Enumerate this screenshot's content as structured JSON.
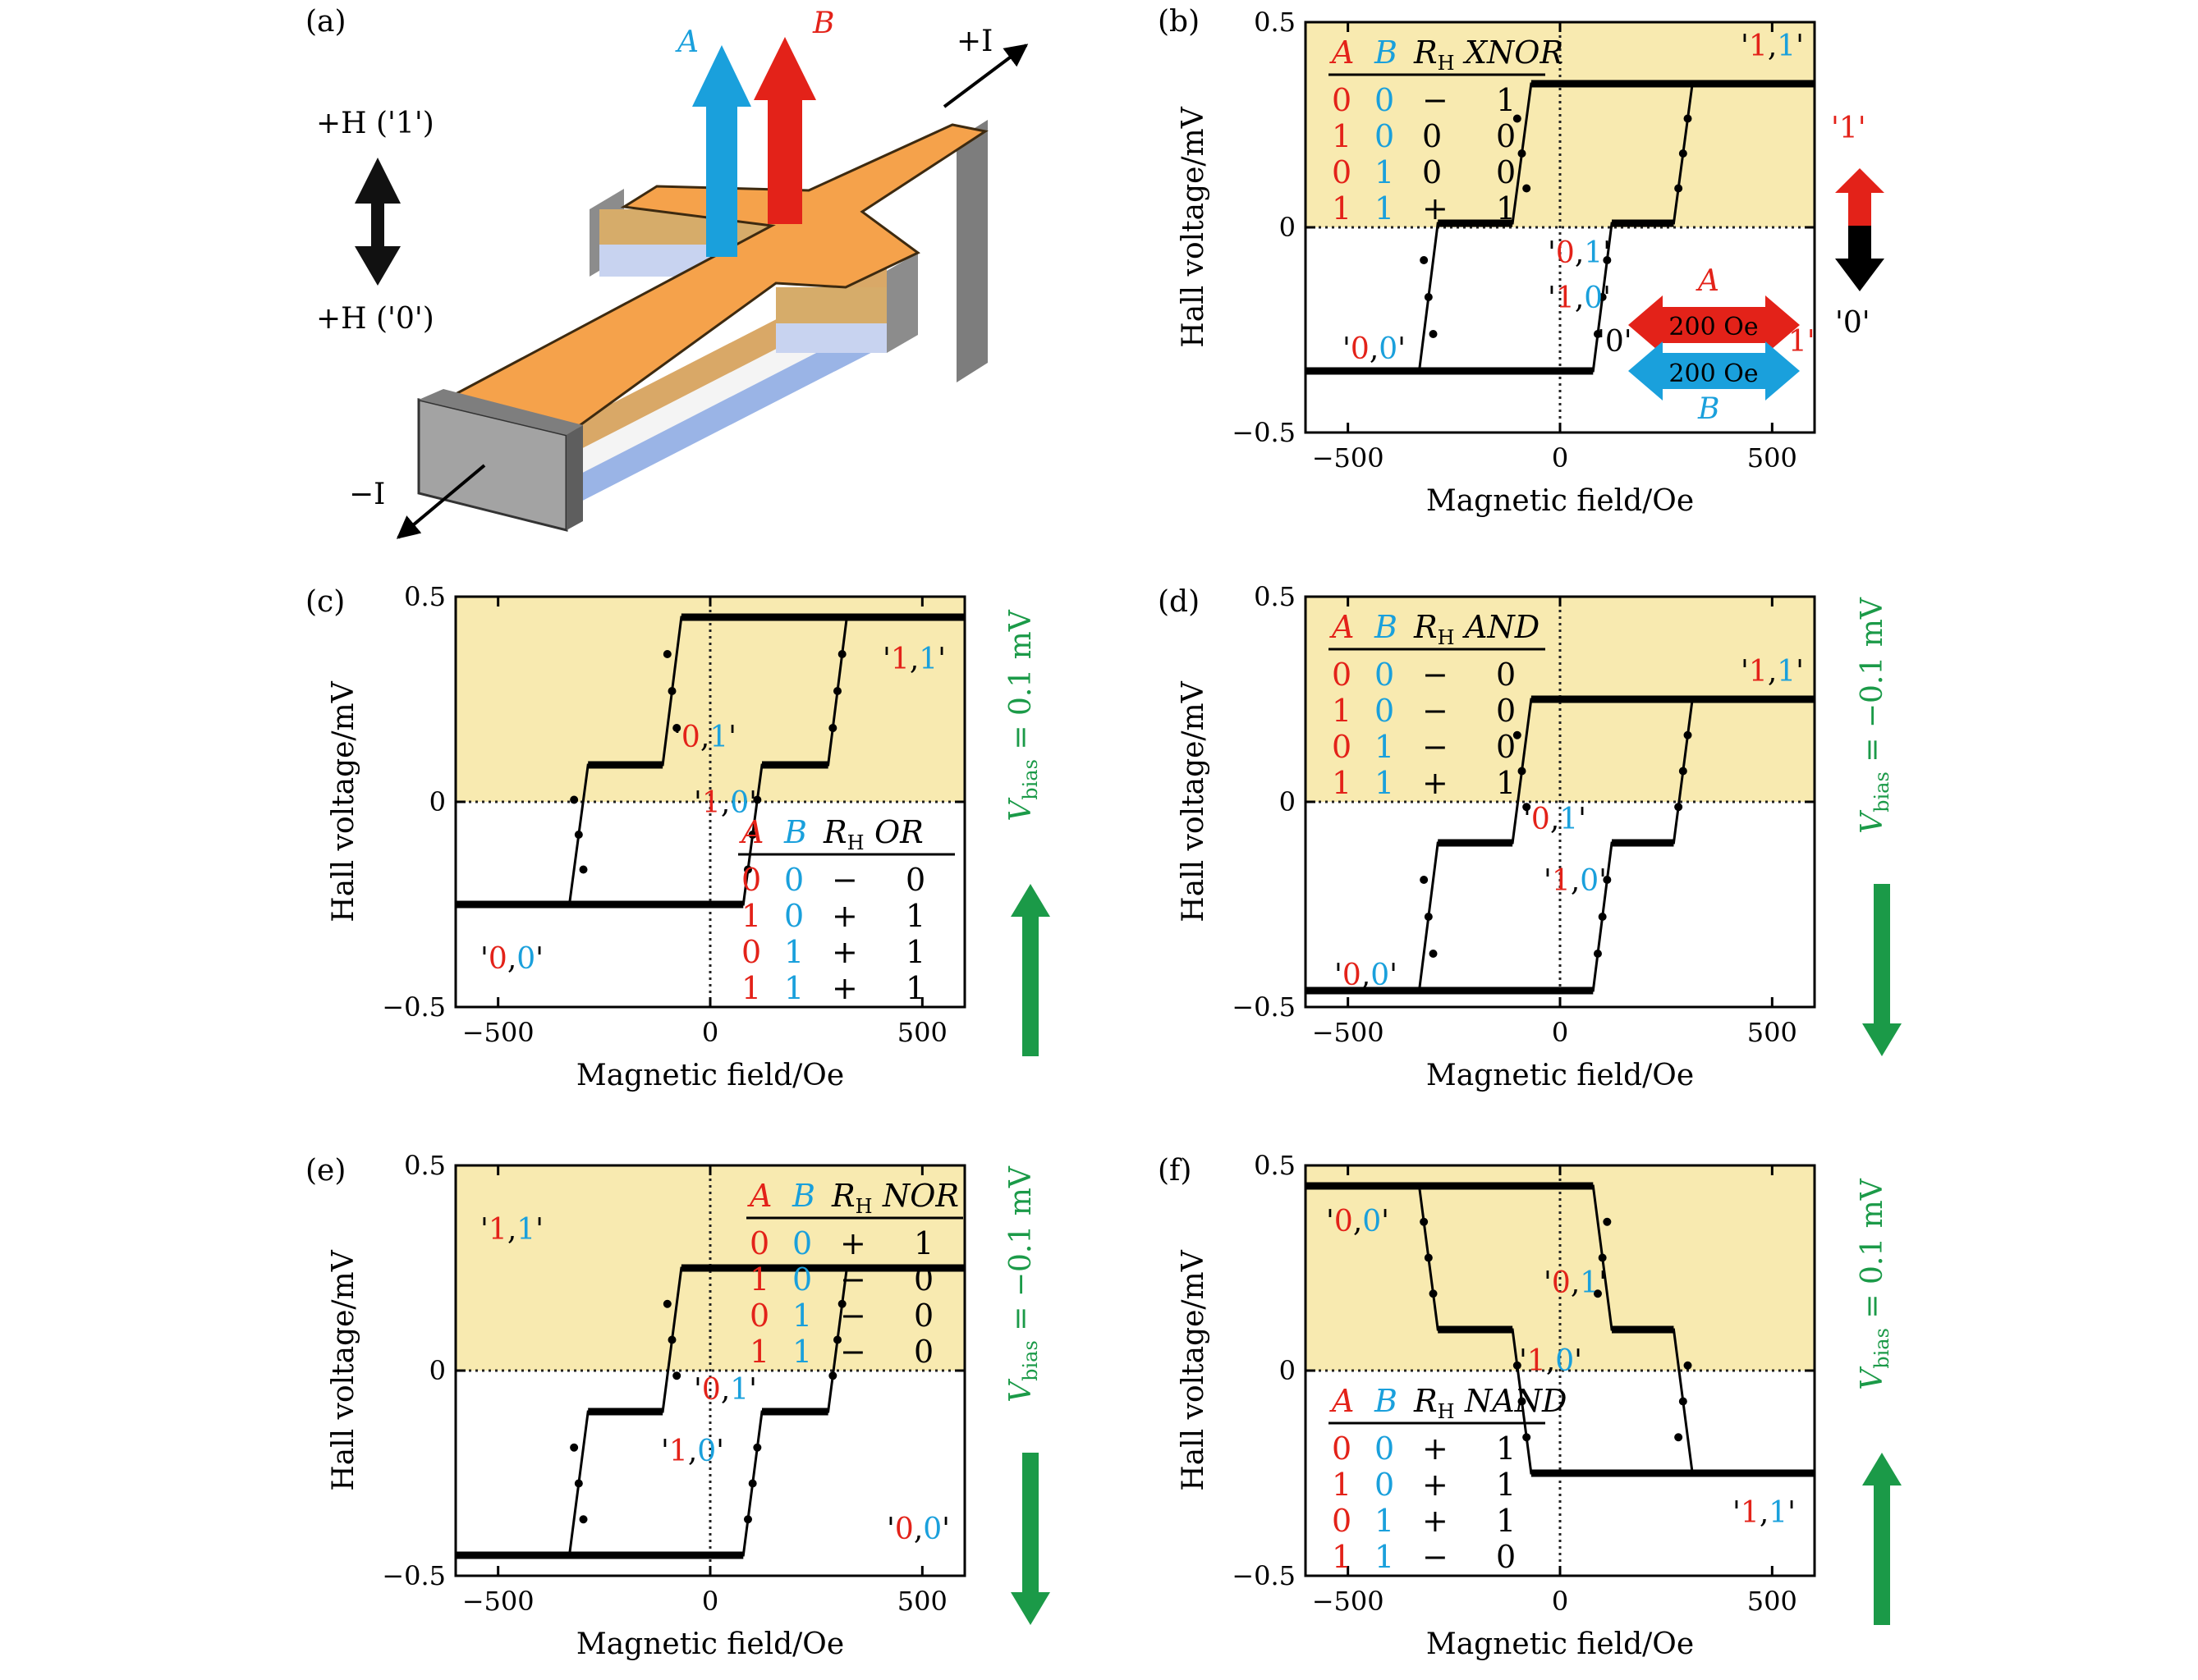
{
  "colors": {
    "A": "#e32219",
    "B": "#1aa0dc",
    "bias": "#1b9a48",
    "region": "#f8eab0",
    "device_top": "#f5a24b",
    "device_side": "#d9a867",
    "contact": "#9a9a9a"
  },
  "panel_letters": [
    "(a)",
    "(b)",
    "(c)",
    "(d)",
    "(e)",
    "(f)"
  ],
  "axes": {
    "xlabel": "Magnetic field/Oe",
    "ylabel": "Hall voltage/mV",
    "x_ticks": [
      "−500",
      "0",
      "500"
    ],
    "y_ticks": [
      "0.5",
      "0",
      "−0.5"
    ]
  },
  "table_header": {
    "a": "A",
    "b": "B",
    "rh_base": "R",
    "rh_sub": "H"
  },
  "device": {
    "label_A": "A",
    "label_B": "B",
    "plus_I": "+I",
    "minus_I": "−I",
    "h_one": "+H ('1')",
    "h_zero": "+H ('0')"
  },
  "legend_b": {
    "one": "'1'",
    "zero": "'0'",
    "arrow_A_label": "A",
    "arrow_B_label": "B",
    "arrow_A_text": "200 Oe",
    "arrow_B_text": "200 Oe",
    "left": "'0'",
    "right": "'1'"
  },
  "bias_labels": {
    "plus": {
      "prefix": "V",
      "sub": "bias",
      "suffix": " = 0.1 mV"
    },
    "minus": {
      "prefix": "V",
      "sub": "bias",
      "suffix": " = −0.1 mV"
    }
  },
  "chart_data": [
    {
      "panel": "(b)",
      "type": "line",
      "gate": "XNOR",
      "xlabel": "Magnetic field/Oe",
      "ylabel": "Hall voltage/mV",
      "xlim": [
        -600,
        600
      ],
      "ylim": [
        -0.5,
        0.5
      ],
      "grid": false,
      "levels": {
        "00": -0.35,
        "01": 0.01,
        "10": 0.01,
        "11": 0.35
      },
      "switch_A": [
        -90,
        290
      ],
      "switch_B": [
        -310,
        100
      ],
      "table": [
        [
          "0",
          "0",
          "−",
          "1"
        ],
        [
          "1",
          "0",
          "0",
          "0"
        ],
        [
          "0",
          "1",
          "0",
          "0"
        ],
        [
          "1",
          "1",
          "+",
          "1"
        ]
      ],
      "state_labels": [
        "'1,1'",
        "'0,1'",
        "'1,0'",
        "'0,0'"
      ]
    },
    {
      "panel": "(c)",
      "type": "line",
      "gate": "OR",
      "bias": "plus",
      "xlabel": "Magnetic field/Oe",
      "ylabel": "Hall voltage/mV",
      "xlim": [
        -600,
        600
      ],
      "ylim": [
        -0.5,
        0.5
      ],
      "grid": false,
      "levels": {
        "00": -0.25,
        "01": 0.09,
        "10": 0.09,
        "11": 0.45
      },
      "switch_A": [
        -90,
        300
      ],
      "switch_B": [
        -310,
        100
      ],
      "table": [
        [
          "0",
          "0",
          "−",
          "0"
        ],
        [
          "1",
          "0",
          "+",
          "1"
        ],
        [
          "0",
          "1",
          "+",
          "1"
        ],
        [
          "1",
          "1",
          "+",
          "1"
        ]
      ],
      "state_labels": [
        "'1,1'",
        "'0,1'",
        "'1,0'",
        "'0,0'"
      ]
    },
    {
      "panel": "(d)",
      "type": "line",
      "gate": "AND",
      "bias": "minus",
      "xlabel": "Magnetic field/Oe",
      "ylabel": "Hall voltage/mV",
      "xlim": [
        -600,
        600
      ],
      "ylim": [
        -0.5,
        0.5
      ],
      "grid": false,
      "levels": {
        "00": -0.46,
        "01": -0.1,
        "10": -0.1,
        "11": 0.25
      },
      "switch_A": [
        -90,
        290
      ],
      "switch_B": [
        -310,
        100
      ],
      "table": [
        [
          "0",
          "0",
          "−",
          "0"
        ],
        [
          "1",
          "0",
          "−",
          "0"
        ],
        [
          "0",
          "1",
          "−",
          "0"
        ],
        [
          "1",
          "1",
          "+",
          "1"
        ]
      ],
      "state_labels": [
        "'1,1'",
        "'0,1'",
        "'1,0'",
        "'0,0'"
      ]
    },
    {
      "panel": "(e)",
      "type": "line",
      "gate": "NOR",
      "bias": "minus",
      "xlabel": "Magnetic field/Oe",
      "ylabel": "Hall voltage/mV",
      "xlim": [
        -600,
        600
      ],
      "ylim": [
        -0.5,
        0.5
      ],
      "grid": false,
      "levels": {
        "00": -0.45,
        "01": -0.1,
        "10": -0.1,
        "11": 0.25
      },
      "switch_A": [
        -90,
        300
      ],
      "switch_B": [
        -310,
        100
      ],
      "table": [
        [
          "0",
          "0",
          "+",
          "1"
        ],
        [
          "1",
          "0",
          "−",
          "0"
        ],
        [
          "0",
          "1",
          "−",
          "0"
        ],
        [
          "1",
          "1",
          "−",
          "0"
        ]
      ],
      "state_labels": [
        "'1,1'",
        "'0,1'",
        "'1,0'",
        "'0,0'"
      ]
    },
    {
      "panel": "(f)",
      "type": "line",
      "gate": "NAND",
      "bias": "plus",
      "xlabel": "Magnetic field/Oe",
      "ylabel": "Hall voltage/mV",
      "xlim": [
        -600,
        600
      ],
      "ylim": [
        -0.5,
        0.5
      ],
      "grid": false,
      "levels": {
        "00": 0.45,
        "01": 0.1,
        "10": 0.1,
        "11": -0.25
      },
      "switch_A": [
        -90,
        290
      ],
      "switch_B": [
        -310,
        100
      ],
      "table": [
        [
          "0",
          "0",
          "+",
          "1"
        ],
        [
          "1",
          "0",
          "+",
          "1"
        ],
        [
          "0",
          "1",
          "+",
          "1"
        ],
        [
          "1",
          "1",
          "−",
          "0"
        ]
      ],
      "state_labels": [
        "'0,0'",
        "'0,1'",
        "'1,0'",
        "'1,1'"
      ]
    }
  ]
}
